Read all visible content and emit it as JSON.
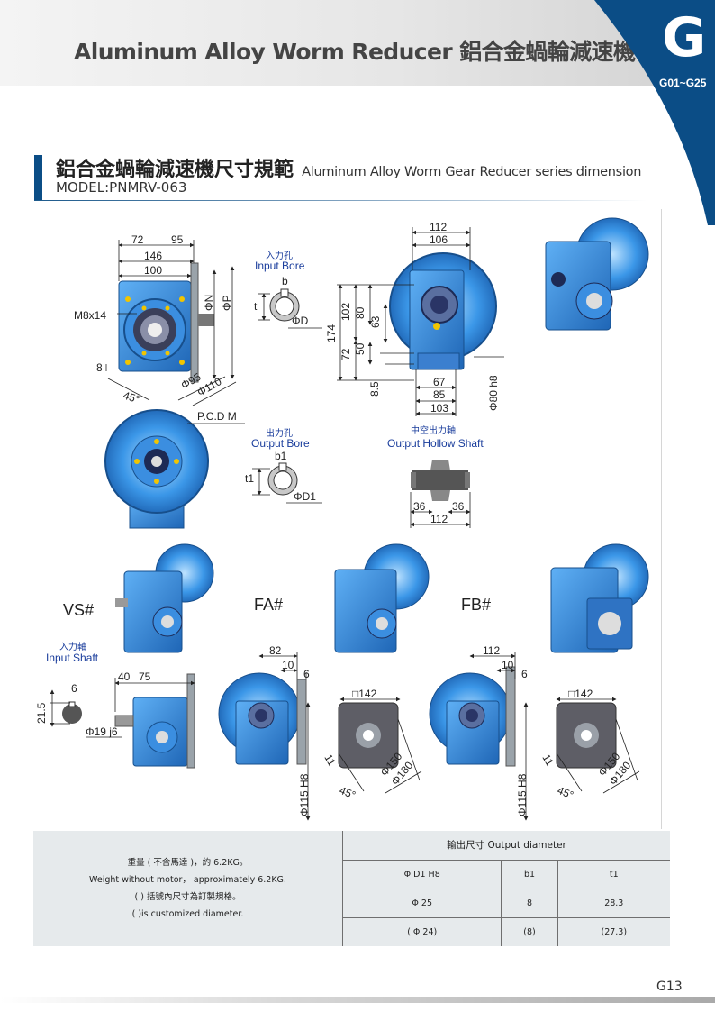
{
  "header": {
    "title": "Aluminum Alloy Worm Reducer 鋁合金蝸輪減速機",
    "section_letter": "G",
    "section_range": "G01~G25",
    "brand_color": "#0b4d86"
  },
  "section": {
    "title_cn": "鋁合金蝸輪減速機尺寸規範",
    "title_en": "Aluminum Alloy Worm Gear Reducer series dimension",
    "model": "MODEL:PNMRV-063"
  },
  "main_drawing": {
    "dims": {
      "d72": "72",
      "d95": "95",
      "d146": "146",
      "d100": "100",
      "thread": "M8x14",
      "d8": "8",
      "phi95": "Φ95",
      "phi110": "Φ110",
      "angle45": "45°",
      "phiN": "ΦN",
      "phiP": "ΦP",
      "pcd": "P.C.D M"
    }
  },
  "input_bore": {
    "label_cn": "入力孔",
    "label_en": "Input Bore",
    "b": "b",
    "t": "t",
    "d": "ΦD"
  },
  "side_view": {
    "dims": {
      "d112": "112",
      "d106": "106",
      "d174": "174",
      "d102": "102",
      "d80": "80",
      "d63": "63",
      "d72": "72",
      "d50": "50",
      "d8_5": "8.5",
      "d67": "67",
      "d85": "85",
      "d103": "103",
      "phi80": "Φ80 h8"
    }
  },
  "output_bore": {
    "label_cn": "出力孔",
    "label_en": "Output Bore",
    "b1": "b1",
    "t1": "t1",
    "d1": "ΦD1"
  },
  "hollow_shaft": {
    "label_cn": "中空出力軸",
    "label_en": "Output Hollow Shaft",
    "d36a": "36",
    "d36b": "36",
    "d112": "112"
  },
  "vs": {
    "label": "VS#",
    "input_label_cn": "入力軸",
    "input_label_en": "Input Shaft",
    "d6": "6",
    "d21_5": "21.5",
    "phi19": "Φ19 j6",
    "d40": "40",
    "d75": "75"
  },
  "fa": {
    "label": "FA#",
    "d82": "82",
    "d10": "10",
    "d6": "6",
    "sq142": "□142",
    "phi150": "Φ150",
    "phi180": "Φ180",
    "angle45": "45°",
    "phi115": "Φ115 H8",
    "d11": "11"
  },
  "fb": {
    "label": "FB#",
    "d112": "112",
    "d10": "10",
    "d6": "6",
    "sq142": "□142",
    "phi150": "Φ150",
    "phi180": "Φ180",
    "angle45": "45°",
    "phi115": "Φ115 H8",
    "d11": "11"
  },
  "spec": {
    "weight_cn": "重量 ( 不含馬達 )，約 6.2KG。",
    "weight_en": "Weight without motor， approximately 6.2KG.",
    "custom_cn": "( ) 括號內尺寸為訂製規格。",
    "custom_en": "( )is customized diameter.",
    "header": "輸出尺寸 Output diameter",
    "columns": [
      "Φ D1 H8",
      "b1",
      "t1"
    ],
    "rows": [
      [
        "Φ 25",
        "8",
        "28.3"
      ],
      [
        "( Φ 24)",
        "(8)",
        "(27.3)"
      ]
    ]
  },
  "page_number": "G13"
}
